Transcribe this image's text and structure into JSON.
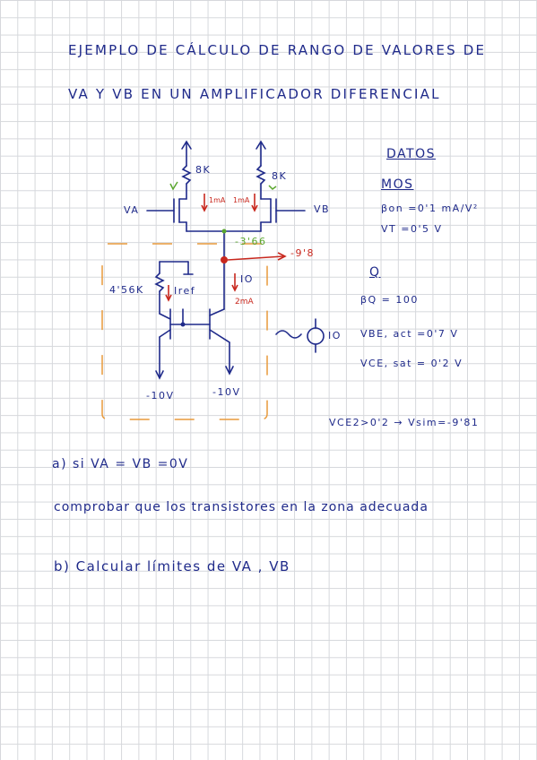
{
  "title": {
    "line1": "EJEMPLO  DE  CÁLCULO DE RANGO  DE  VALORES    DE",
    "line2": "VA  Y  VB     EN  UN   AMPLIFICADOR  DIFERENCIAL"
  },
  "circuit": {
    "r_left": "8K",
    "r_right": "8K",
    "va": "VA",
    "vb": "VB",
    "i_left": "1mA",
    "i_right": "1mA",
    "node_voltage": "-3'66",
    "node_out": "-9'8",
    "r_ref": "4'56K",
    "iref": "Iref",
    "io": "IO",
    "io_value": "2mA",
    "supply_left": "-10V",
    "supply_right": "-10V",
    "io_source": "IO"
  },
  "datos": {
    "header": "DATOS",
    "mos_header": "MOS",
    "mos_beta": "βon =0'1 mA/V²",
    "mos_vt": "VT =0'5 V",
    "q_header": "Q",
    "q_beta": "βQ = 100",
    "q_vbe": "VBE, act =0'7 V",
    "q_vce": "VCE, sat = 0'2 V",
    "conclusion": "VCE2>0'2  →  Vsim=-9'81"
  },
  "questions": {
    "a_line": "a)  si  VA  = VB =0V",
    "a_task": "comprobar  que los  transistores   en  la  zona  adecuada",
    "b_line": "b)   Calcular  límites   de   VA , VB"
  }
}
